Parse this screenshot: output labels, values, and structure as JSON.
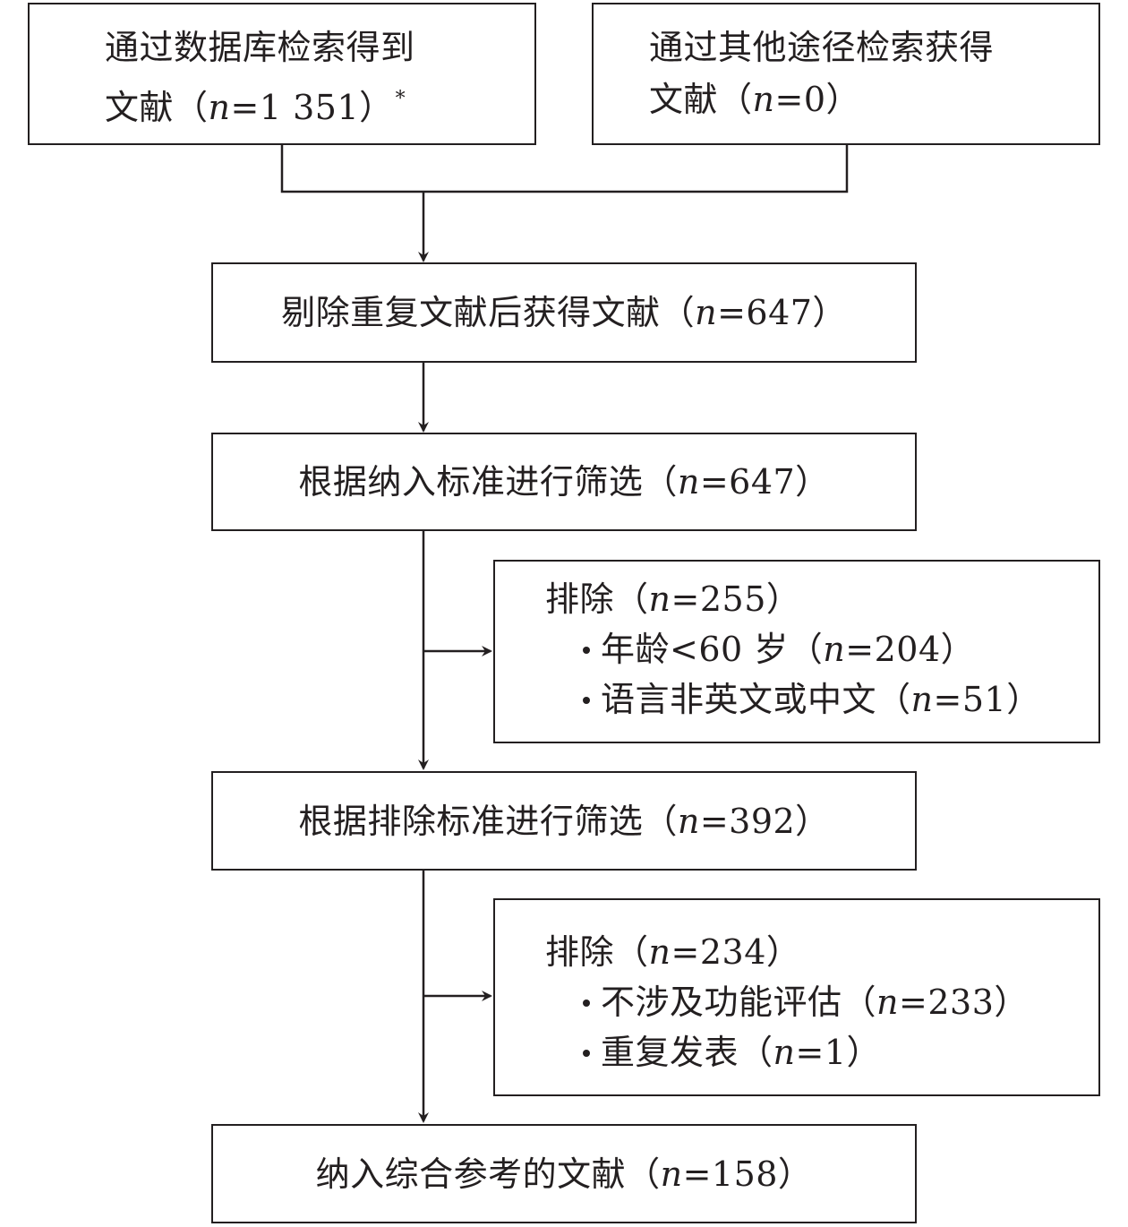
{
  "boxes": {
    "db_search": {
      "line1": "通过数据库检索得到",
      "line2_pre": "文献（",
      "n_label": "n",
      "line2_post": "=1 351）",
      "footnote_mark": "*"
    },
    "other_search": {
      "line1": "通过其他途径检索获得",
      "line2_pre": "文献（",
      "n_label": "n",
      "line2_post": "=0）"
    },
    "dedup": {
      "pre": "剔除重复文献后获得文献（",
      "n_label": "n",
      "post": "=647）"
    },
    "inclusion": {
      "pre": "根据纳入标准进行筛选（",
      "n_label": "n",
      "post": "=647）"
    },
    "excluded_1": {
      "head_pre": "排除（",
      "n_label": "n",
      "head_post": "=255）",
      "items": [
        {
          "pre": "年龄<60 岁（",
          "n_label": "n",
          "post": "=204）"
        },
        {
          "pre": "语言非英文或中文（",
          "n_label": "n",
          "post": "=51）"
        }
      ]
    },
    "exclusion": {
      "pre": "根据排除标准进行筛选（",
      "n_label": "n",
      "post": "=392）"
    },
    "excluded_2": {
      "head_pre": "排除（",
      "n_label": "n",
      "head_post": "=234）",
      "items": [
        {
          "pre": "不涉及功能评估（",
          "n_label": "n",
          "post": "=233）"
        },
        {
          "pre": "重复发表（",
          "n_label": "n",
          "post": "=1）"
        }
      ]
    },
    "final": {
      "pre": "纳入综合参考的文献（",
      "n_label": "n",
      "post": "=158）"
    }
  },
  "colors": {
    "line": "#231f20",
    "background": "#ffffff"
  }
}
